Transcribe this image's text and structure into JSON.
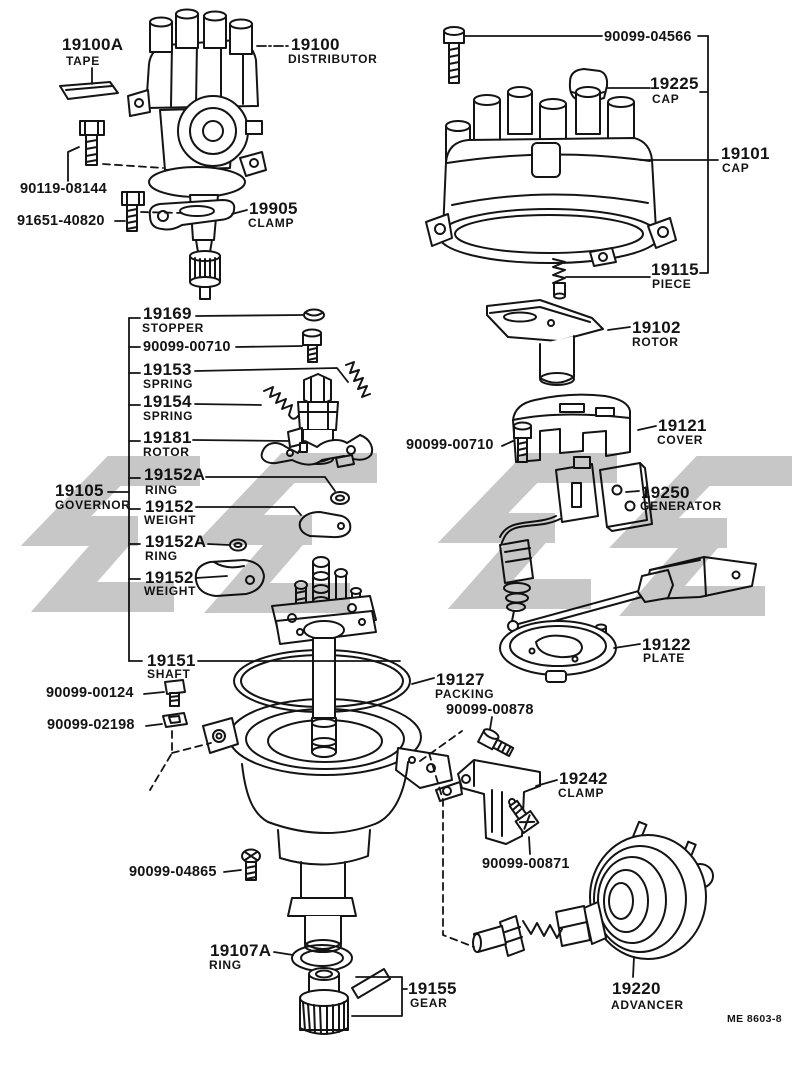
{
  "page": {
    "background": "#ffffff",
    "line_color": "#141414",
    "watermark_color": "#c7c7c7",
    "footer_code": "ME 8603-8"
  },
  "labels": [
    {
      "number": "19100A",
      "name": "TAPE"
    },
    {
      "number": "19100",
      "name": "DISTRIBUTOR"
    },
    {
      "number": "90099-04566"
    },
    {
      "number": "19225",
      "name": "CAP"
    },
    {
      "number": "19101",
      "name": "CAP"
    },
    {
      "number": "90119-08144"
    },
    {
      "number": "91651-40820"
    },
    {
      "number": "19905",
      "name": "CLAMP"
    },
    {
      "number": "19115",
      "name": "PIECE"
    },
    {
      "number": "19169",
      "name": "STOPPER"
    },
    {
      "number": "90099-00710"
    },
    {
      "number": "19153",
      "name": "SPRING"
    },
    {
      "number": "19154",
      "name": "SPRING"
    },
    {
      "number": "19181",
      "name": "ROTOR"
    },
    {
      "number": "19152A",
      "name": "RING"
    },
    {
      "number": "19105",
      "name": "GOVERNOR"
    },
    {
      "number": "19152",
      "name": "WEIGHT"
    },
    {
      "number": "19152A",
      "name": "RING"
    },
    {
      "number": "19152",
      "name": "WEIGHT"
    },
    {
      "number": "19151",
      "name": "SHAFT"
    },
    {
      "number": "90099-00124"
    },
    {
      "number": "90099-02198"
    },
    {
      "number": "19102",
      "name": "ROTOR"
    },
    {
      "number": "19121",
      "name": "COVER"
    },
    {
      "number": "90099-00710"
    },
    {
      "number": "19250",
      "name": "GENERATOR"
    },
    {
      "number": "19122",
      "name": "PLATE"
    },
    {
      "number": "19127",
      "name": "PACKING"
    },
    {
      "number": "90099-00878"
    },
    {
      "number": "19242",
      "name": "CLAMP"
    },
    {
      "number": "90099-00871"
    },
    {
      "number": "90099-04865"
    },
    {
      "number": "19107A",
      "name": "RING"
    },
    {
      "number": "19155",
      "name": "GEAR"
    },
    {
      "number": "19220",
      "name": "ADVANCER"
    }
  ]
}
